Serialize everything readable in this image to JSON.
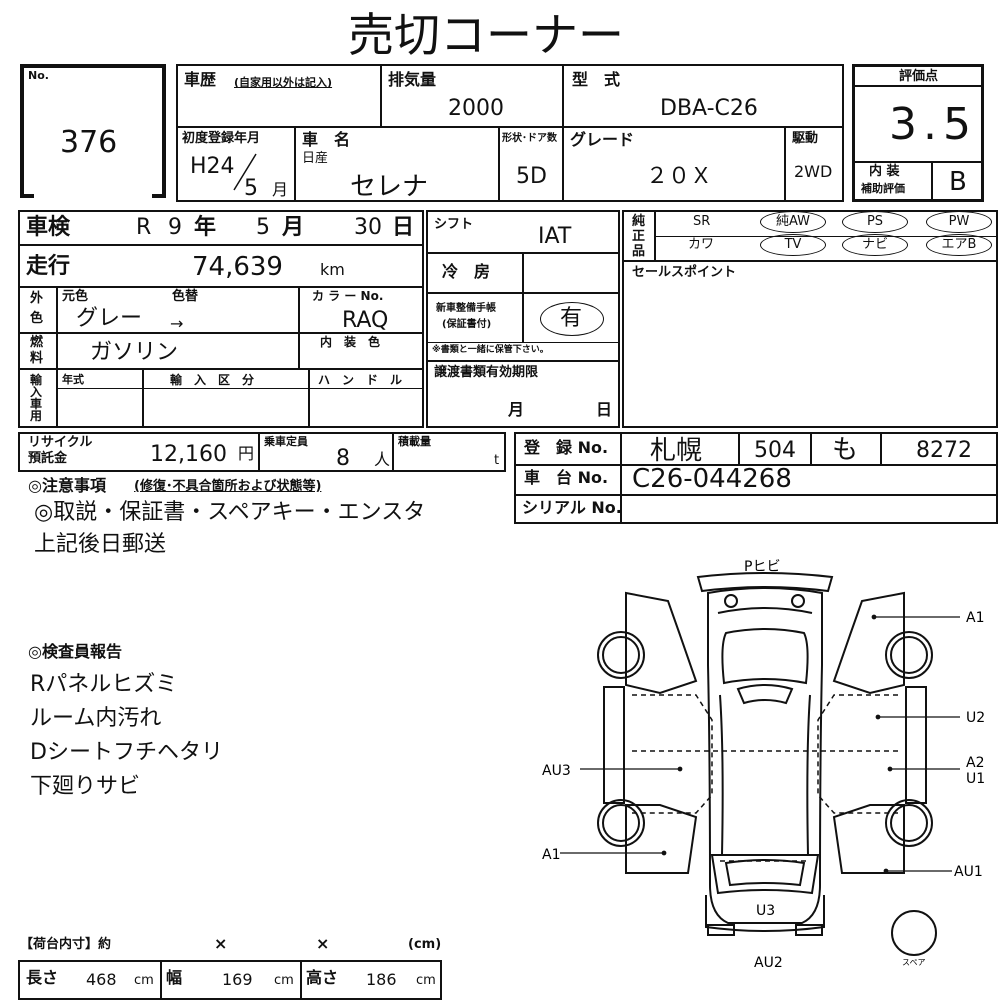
{
  "title": "売切コーナー",
  "lot": {
    "label": "No.",
    "value": "376"
  },
  "history": {
    "label": "車歴",
    "note": "(自家用以外は記入)"
  },
  "displacement": {
    "label": "排気量",
    "value": "2000"
  },
  "model": {
    "label": "型　式",
    "value": "DBA-C26"
  },
  "score": {
    "label": "評価点",
    "value": "3.5"
  },
  "interior": {
    "label_1": "内 装",
    "label_2": "補助評価",
    "value": "B"
  },
  "first_reg": {
    "label": "初度登録年月",
    "year": "H24",
    "month": "5",
    "month_unit": "月"
  },
  "car_name": {
    "label": "車　名",
    "maker": "日産",
    "name": "セレナ"
  },
  "doors": {
    "label": "形状･ドア数",
    "value": "5D"
  },
  "grade": {
    "label": "グレード",
    "value": "２０Ｘ"
  },
  "drive": {
    "label": "駆動",
    "value": "2WD"
  },
  "inspection": {
    "label": "車検",
    "era": "R",
    "year": "9",
    "year_unit": "年",
    "month": "5",
    "month_unit": "月",
    "day": "30",
    "day_unit": "日"
  },
  "mileage": {
    "label": "走行",
    "value": "74,639",
    "unit": "km"
  },
  "color": {
    "side_label_1": "外",
    "side_label_2": "色",
    "original_label": "元色",
    "change_label": "色替",
    "code_label": "カ ラ ー No.",
    "original": "グレー",
    "change": "→",
    "code": "RAQ"
  },
  "fuel": {
    "side_label_1": "燃",
    "side_label_2": "料",
    "value": "ガソリン",
    "interior_color_label": "内　装　色"
  },
  "import": {
    "side_label": "輸入車用",
    "year_label": "年式",
    "type_label": "輸　入　区　分",
    "handle_label": "ハ　ン　ド　ル"
  },
  "shift": {
    "label": "シフト",
    "value": "IAT"
  },
  "aircon": {
    "label": "冷　房"
  },
  "manual": {
    "label_1": "新車整備手帳",
    "label_2": "(保証書付)",
    "value": "有",
    "note": "※書類と一緒に保管下さい。"
  },
  "transfer": {
    "label": "譲渡書類有効期限",
    "month_unit": "月",
    "day_unit": "日"
  },
  "options": {
    "side_label": "純正品",
    "row1": [
      "SR",
      "純AW",
      "PS",
      "PW"
    ],
    "row2": [
      "カワ",
      "TV",
      "ナビ",
      "エアB"
    ]
  },
  "sales_point": {
    "label": "セールスポイント"
  },
  "recycle": {
    "label_1": "リサイクル",
    "label_2": "預託金",
    "value": "12,160",
    "unit": "円"
  },
  "capacity": {
    "label": "乗車定員",
    "value": "8",
    "unit": "人"
  },
  "load": {
    "label": "積載量",
    "unit": "t"
  },
  "registration": {
    "label": "登　録 No.",
    "area": "札幌",
    "class": "504",
    "kana": "も",
    "number": "8272"
  },
  "chassis": {
    "label": "車　台 No.",
    "value": "C26-044268"
  },
  "serial": {
    "label": "シリアル No."
  },
  "notes": {
    "label": "◎注意事項",
    "sub": "(修復･不具合箇所および状態等)",
    "line1": "◎取説・保証書・スペアキー・エンスタ",
    "line2": "上記後日郵送"
  },
  "inspector": {
    "label": "◎検査員報告",
    "lines": [
      "Rパネルヒズミ",
      "ルーム内汚れ",
      "Dシートフチヘタリ",
      "下廻りサビ"
    ]
  },
  "cargo": {
    "label": "【荷台内寸】約",
    "x1": "×",
    "x2": "×",
    "unit_label": "(cm)",
    "length_label": "長さ",
    "length": "468",
    "width_label": "幅",
    "width": "169",
    "height_label": "高さ",
    "height": "186",
    "cm": "cm"
  },
  "diagram": {
    "top_label": "Pヒビ",
    "a1_right": "A1",
    "u2": "U2",
    "a2": "A2",
    "u1": "U1",
    "au1": "AU1",
    "au3": "AU3",
    "a1_left": "A1",
    "u3": "U3",
    "au2": "AU2",
    "spare": "スペア"
  }
}
